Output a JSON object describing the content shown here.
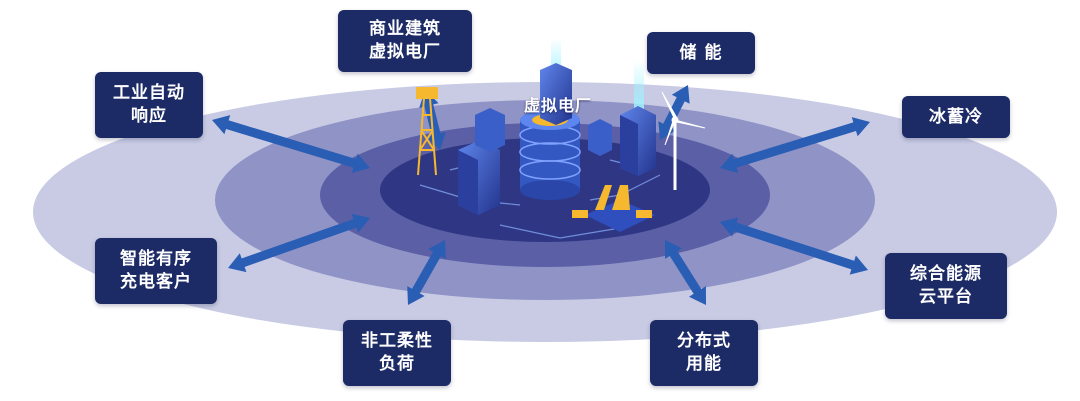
{
  "diagram": {
    "center_label": "虚拟电厂",
    "nodes": [
      {
        "id": "commercial",
        "label": "商业建筑\n虚拟电厂"
      },
      {
        "id": "storage",
        "label": "储 能"
      },
      {
        "id": "industrial",
        "label": "工业自动\n响应"
      },
      {
        "id": "ice",
        "label": "冰蓄冷"
      },
      {
        "id": "ev",
        "label": "智能有序\n充电客户"
      },
      {
        "id": "cloud",
        "label": "综合能源\n云平台"
      },
      {
        "id": "flexible",
        "label": "非工柔性\n负荷"
      },
      {
        "id": "distributed",
        "label": "分布式\n用能"
      }
    ]
  },
  "colors": {
    "box": "#1c2b66",
    "outer_ring": "#c9cbe4",
    "mid_ring": "#8f93c6",
    "inner_ring": "#5a5fa6",
    "core": "#2f3785",
    "arrow": "#2a5db4",
    "building": "#3b5fc9",
    "accent": "#f5b82e"
  }
}
